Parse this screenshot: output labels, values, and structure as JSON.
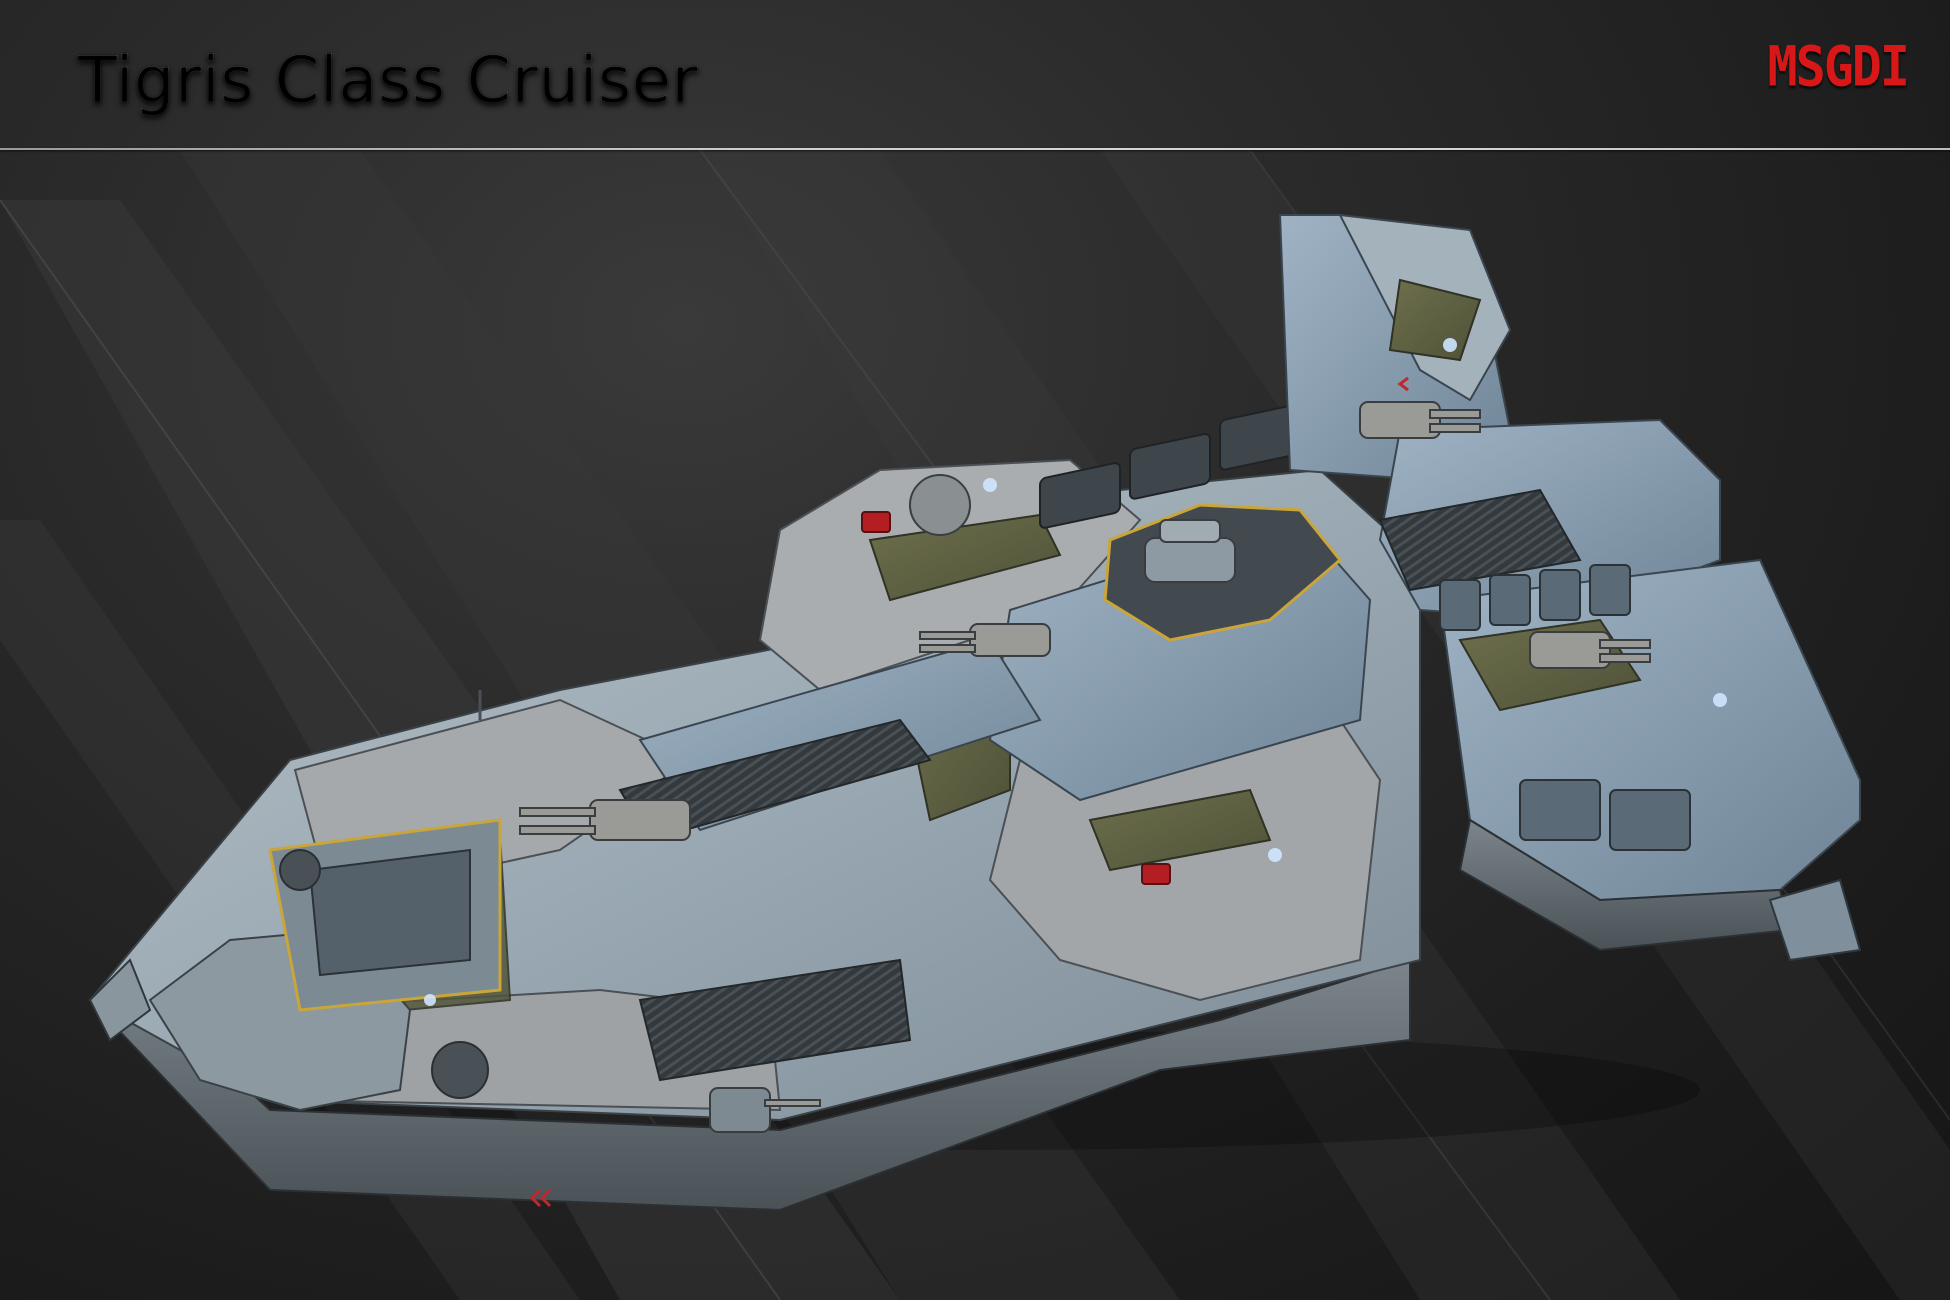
{
  "header": {
    "title": "Tigris Class Cruiser"
  },
  "brand": {
    "logo_text": "MSGDI",
    "logo_color": "#d81818"
  },
  "scene": {
    "subject": "spaceship-render",
    "background_color": "#1f1f1f"
  }
}
